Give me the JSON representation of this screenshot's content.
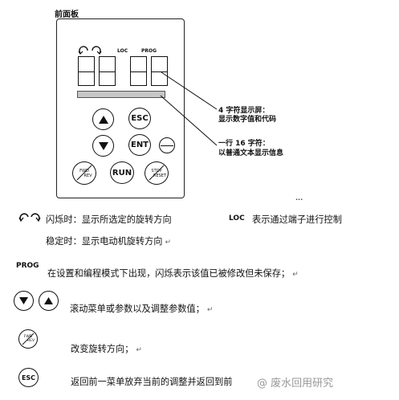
{
  "panel": {
    "title": "前面板",
    "labels": {
      "loc": "LOC",
      "prog": "PROG"
    },
    "buttons": {
      "esc": "ESC",
      "ent": "ENT",
      "fwd": "FWD",
      "rev": "REV",
      "run": "RUN",
      "stop": "STOP",
      "reset": "RESET"
    }
  },
  "callouts": {
    "display_line1": "4 字符显示屏：",
    "display_line2": "显示数字值和代码",
    "text_line1": "一行 16 字符：",
    "text_line2": "以普通文本显示信息",
    "cut_text": "..."
  },
  "legend": {
    "rotation_blink": "闪烁时：显示所选定的旋转方向",
    "rotation_steady": "稳定时：显示电动机旋转方向",
    "loc_code": "LOC",
    "loc_desc": "表示通过端子进行控制",
    "prog_code": "PROG",
    "prog_desc": "在设置和编程模式下出现，闪烁表示该值已被修改但未保存；",
    "arrows_desc": "滚动菜单或参数以及调整参数值；",
    "fwdrev_desc": "改变旋转方向；",
    "esc_desc": "返回前一菜单放弃当前的调整并返回到前",
    "return_mark": "↵"
  },
  "watermark": "@ 废水回用研究"
}
